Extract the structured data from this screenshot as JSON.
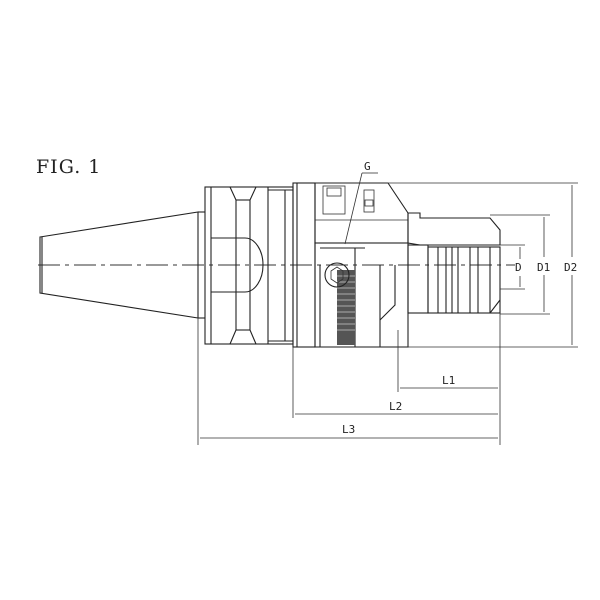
{
  "figure": {
    "label": "FIG. 1"
  },
  "callouts": {
    "g": "G"
  },
  "dimensions": {
    "d": "D",
    "d1": "D1",
    "d2": "D2",
    "l1": "L1",
    "l2": "L2",
    "l3": "L3"
  },
  "colors": {
    "line": "#222222",
    "background": "#ffffff"
  }
}
